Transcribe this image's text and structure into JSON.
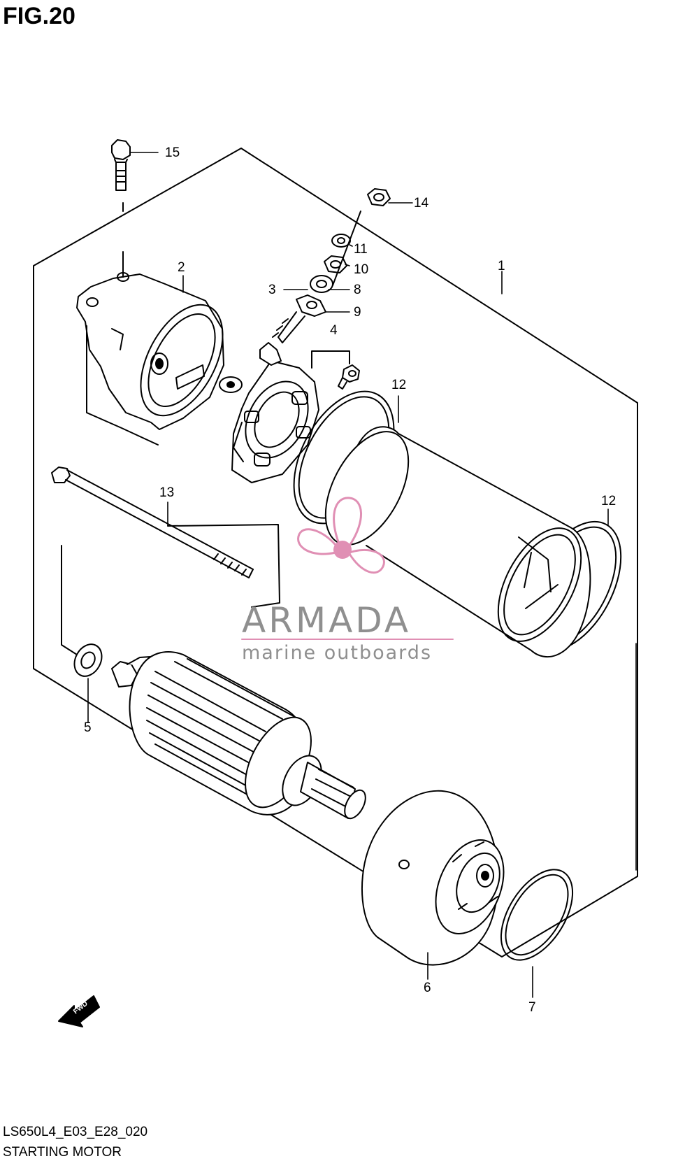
{
  "figure_title": "FIG.20",
  "diagram_code": "LS650L4_E03_E28_020",
  "diagram_name": "STARTING MOTOR",
  "direction_label": "FWD",
  "watermark": {
    "name": "ARMADA",
    "tagline": "marine outboards",
    "accent_color": "#e08fb4",
    "text_color": "#8f8f8f"
  },
  "callouts": [
    {
      "id": "callout-1",
      "text": "1"
    },
    {
      "id": "callout-2",
      "text": "2"
    },
    {
      "id": "callout-3",
      "text": "3"
    },
    {
      "id": "callout-4",
      "text": "4"
    },
    {
      "id": "callout-5",
      "text": "5"
    },
    {
      "id": "callout-6",
      "text": "6"
    },
    {
      "id": "callout-7",
      "text": "7"
    },
    {
      "id": "callout-8",
      "text": "8"
    },
    {
      "id": "callout-9",
      "text": "9"
    },
    {
      "id": "callout-10",
      "text": "10"
    },
    {
      "id": "callout-11",
      "text": "11"
    },
    {
      "id": "callout-12a",
      "text": "12"
    },
    {
      "id": "callout-12b",
      "text": "12"
    },
    {
      "id": "callout-13",
      "text": "13"
    },
    {
      "id": "callout-14",
      "text": "14"
    },
    {
      "id": "callout-15",
      "text": "15"
    }
  ]
}
